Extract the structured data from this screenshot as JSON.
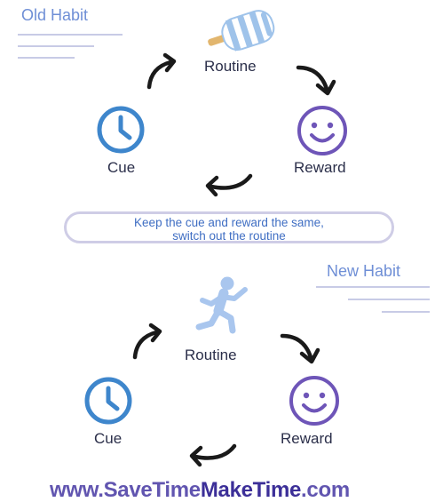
{
  "old_habit": {
    "title": "Old Habit",
    "routine": "Routine",
    "cue": "Cue",
    "reward": "Reward"
  },
  "banner": {
    "line1": "Keep the cue and reward the same,",
    "line2": "switch out the routine"
  },
  "new_habit": {
    "title": "New Habit",
    "routine": "Routine",
    "cue": "Cue",
    "reward": "Reward"
  },
  "footer": {
    "prefix": "www.SaveTime",
    "emphasis": "MakeTime",
    "suffix": ".com"
  },
  "colors": {
    "clock": "#3e86cc",
    "smiley": "#6e55b8",
    "popsicle": "#9fc3ea",
    "runner": "#a9c6ee",
    "arrow": "#1a1a1a",
    "title": "#6f8fd6"
  },
  "icons": {
    "old_routine": "popsicle-icon",
    "new_routine": "running-person-icon",
    "cue": "clock-icon",
    "reward": "smiley-icon"
  }
}
